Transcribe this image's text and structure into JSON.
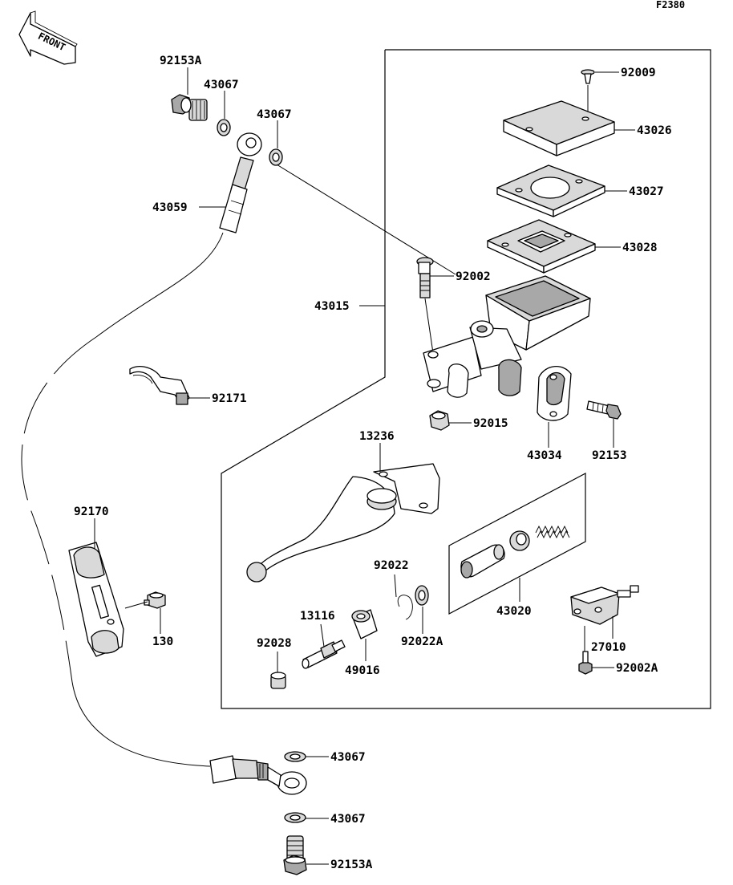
{
  "diagram_code": "F2380",
  "front_label": "FRONT",
  "labels": {
    "p92153A_top": "92153A",
    "p43067_a": "43067",
    "p43067_b": "43067",
    "p43059": "43059",
    "p92009": "92009",
    "p43026": "43026",
    "p43027": "43027",
    "p43028": "43028",
    "p92002": "92002",
    "p43015": "43015",
    "p92171": "92171",
    "p92015": "92015",
    "p43034": "43034",
    "p92153": "92153",
    "p13236": "13236",
    "p92170": "92170",
    "p130": "130",
    "p92022": "92022",
    "p13116": "13116",
    "p92028": "92028",
    "p92022A": "92022A",
    "p49016": "49016",
    "p43020": "43020",
    "p27010": "27010",
    "p92002A": "92002A",
    "p43067_c": "43067",
    "p43067_d": "43067",
    "p92153A_bottom": "92153A"
  }
}
